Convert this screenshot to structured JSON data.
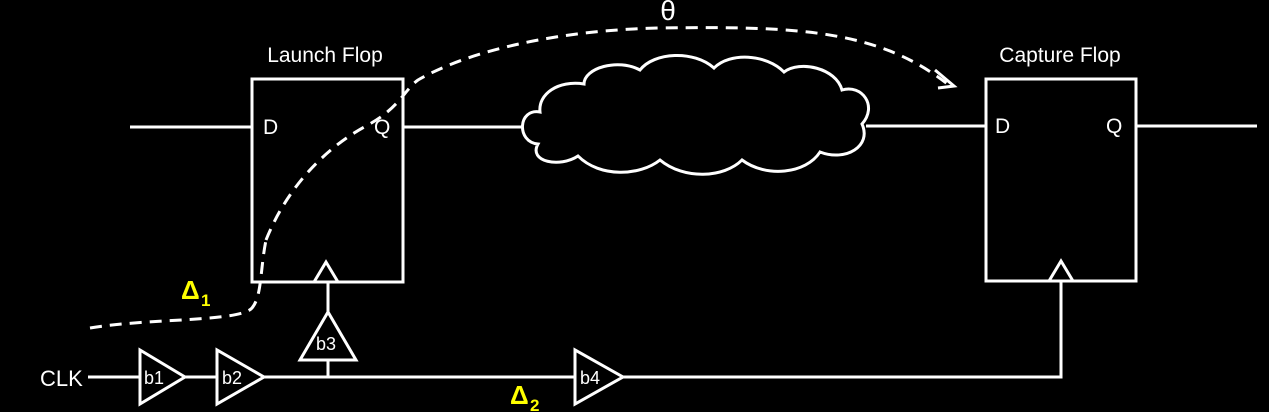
{
  "diagram": {
    "launch_flop": {
      "title": "Launch Flop",
      "d": "D",
      "q": "Q"
    },
    "capture_flop": {
      "title": "Capture Flop",
      "d": "D",
      "q": "Q"
    },
    "clock_label": "CLK",
    "buffers": {
      "b1": "b1",
      "b2": "b2",
      "b3": "b3",
      "b4": "b4"
    },
    "theta": "θ",
    "delta1": {
      "symbol": "Δ",
      "sub": "1"
    },
    "delta2": {
      "symbol": "Δ",
      "sub": "2"
    },
    "colors": {
      "background": "#000000",
      "lines": "#ffffff",
      "delta_labels": "#ffff00"
    }
  }
}
